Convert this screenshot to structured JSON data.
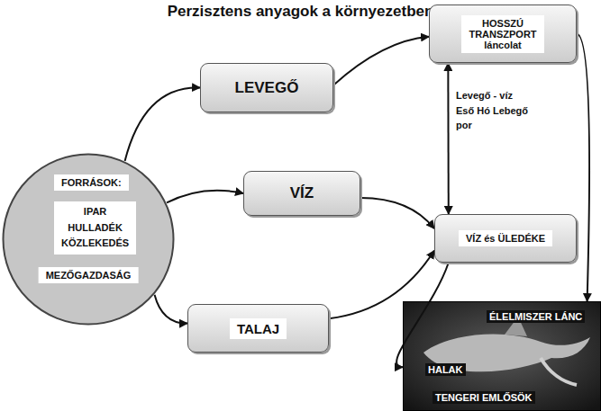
{
  "diagram": {
    "title": "Perzisztens anyagok a környezetben",
    "nodes": [
      {
        "text": [
          "MEZŐGAZDASÁG"
        ]
      },
      {
        "text": [
          "FORRÁSOK:"
        ],
        "in": 0
      },
      {
        "text": [
          "IPAR HULLADÉK KÖZLEKEDÉS"
        ],
        "in": 0
      },
      {
        "text": [
          "LEVEGŐ"
        ]
      },
      {
        "text": [
          "HOSSZÚ TRANSZPORT láncolat"
        ]
      },
      {
        "text": [
          "VÍZ"
        ]
      },
      {
        "text": [
          "VÍZ és ÜLEDÉKE"
        ]
      },
      {
        "text": [
          "TALAJ"
        ]
      },
      {
        "text": [
          "ÉLELMISZER LÁNC",
          "HALAK",
          "TENGERI EMLŐSÖK"
        ]
      }
    ],
    "edges": [
      {
        "from": 0,
        "to": 3,
        "arrow": "to"
      },
      {
        "from": 3,
        "to": 4,
        "arrow": "to"
      },
      {
        "from": 0,
        "to": 5,
        "arrow": "to"
      },
      {
        "from": 0,
        "to": 7,
        "arrow": "to"
      },
      {
        "from": 5,
        "to": 6,
        "arrow": "to"
      },
      {
        "from": 7,
        "to": 6,
        "arrow": "to"
      },
      {
        "from": 4,
        "to": 6,
        "label": "Levegő - víz Eső Hó Lebegő por",
        "arrow": "both"
      },
      {
        "from": 4,
        "to": 8,
        "arrow": "to"
      },
      {
        "from": 6,
        "to": 8,
        "arrow": "to"
      }
    ]
  }
}
